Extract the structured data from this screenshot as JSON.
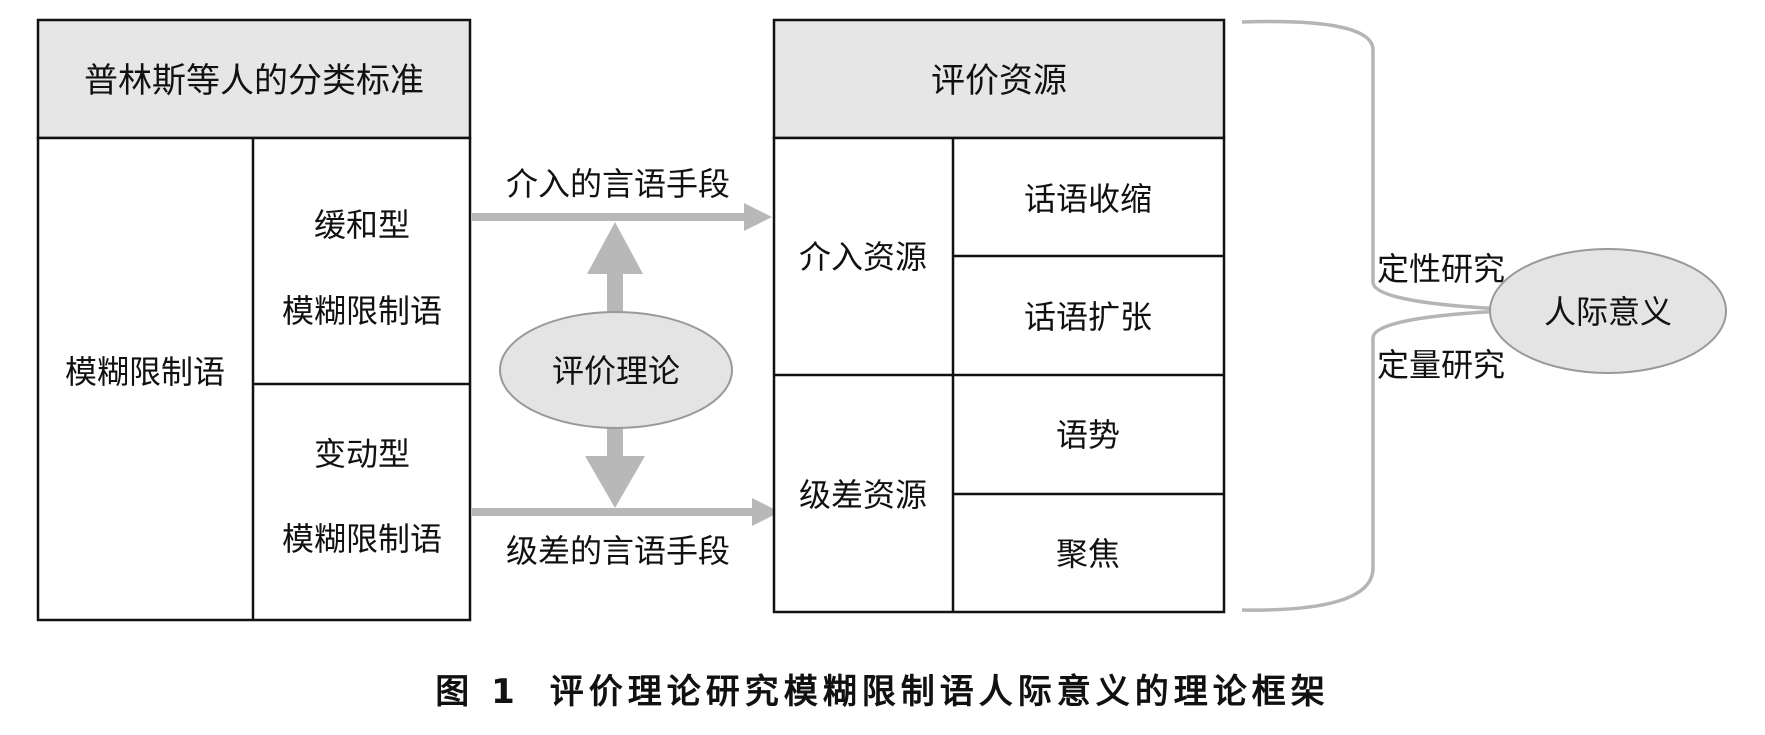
{
  "left_table": {
    "header": "普林斯等人的分类标准",
    "row_label": "模糊限制语",
    "types": [
      {
        "name": "缓和型",
        "sub": "模糊限制语"
      },
      {
        "name": "变动型",
        "sub": "模糊限制语"
      }
    ]
  },
  "arrows": {
    "top_label": "介入的言语手段",
    "bottom_label": "级差的言语手段"
  },
  "center_ellipse": "评价理论",
  "right_table": {
    "header": "评价资源",
    "groups": [
      {
        "name": "介入资源",
        "items": [
          "话语收缩",
          "话语扩张"
        ]
      },
      {
        "name": "级差资源",
        "items": [
          "语势",
          "聚焦"
        ]
      }
    ]
  },
  "brace": {
    "top_label": "定性研究",
    "bottom_label": "定量研究"
  },
  "result_ellipse": "人际意义",
  "caption": {
    "number": "图 1",
    "title": "评价理论研究模糊限制语人际意义的理论框架"
  },
  "colors": {
    "header_fill": "#e6e6e6",
    "ellipse_fill": "#e4e4e4",
    "arrow": "#b8b8b8",
    "border": "#111111"
  }
}
